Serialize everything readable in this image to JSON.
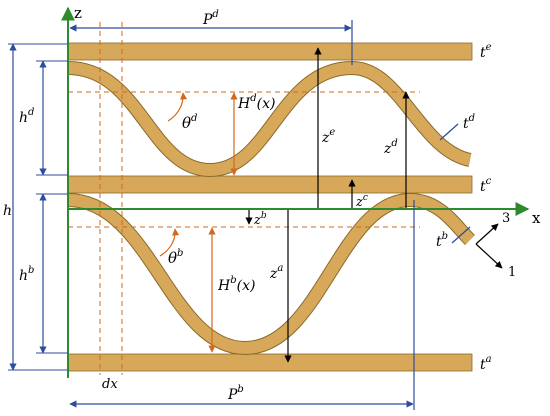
{
  "labels": {
    "axis_z": "z",
    "axis_x": "x",
    "P_d_base": "P",
    "P_d_sup": "d",
    "P_b_base": "P",
    "P_b_sup": "b",
    "t_e_base": "t",
    "t_e_sup": "e",
    "t_d_base": "t",
    "t_d_sup": "d",
    "t_c_base": "t",
    "t_c_sup": "c",
    "t_b_base": "t",
    "t_b_sup": "b",
    "t_a_base": "t",
    "t_a_sup": "a",
    "h": "h",
    "h_d_base": "h",
    "h_d_sup": "d",
    "h_b_base": "h",
    "h_b_sup": "b",
    "H_d_base": "H",
    "H_d_sup": "d",
    "H_d_arg": "(x)",
    "H_b_base": "H",
    "H_b_sup": "b",
    "H_b_arg": "(x)",
    "theta_d_base": "θ",
    "theta_d_sup": "d",
    "theta_b_base": "θ",
    "theta_b_sup": "b",
    "z_e_base": "z",
    "z_e_sup": "e",
    "z_d_base": "z",
    "z_d_sup": "d",
    "z_c_base": "z",
    "z_c_sup": "c",
    "z_b_base": "z",
    "z_b_sup": "b",
    "z_a_base": "z",
    "z_a_sup": "a",
    "dx": "dx",
    "axis_3": "3",
    "axis_1": "1"
  },
  "colors": {
    "plate_fill": "#d7a85a",
    "plate_stroke": "#8a6a2a",
    "axis_green": "#2f8a2f",
    "dim_blue": "#2d4e9e",
    "dash_orange": "#d2691e",
    "arrow_black": "#000000"
  }
}
